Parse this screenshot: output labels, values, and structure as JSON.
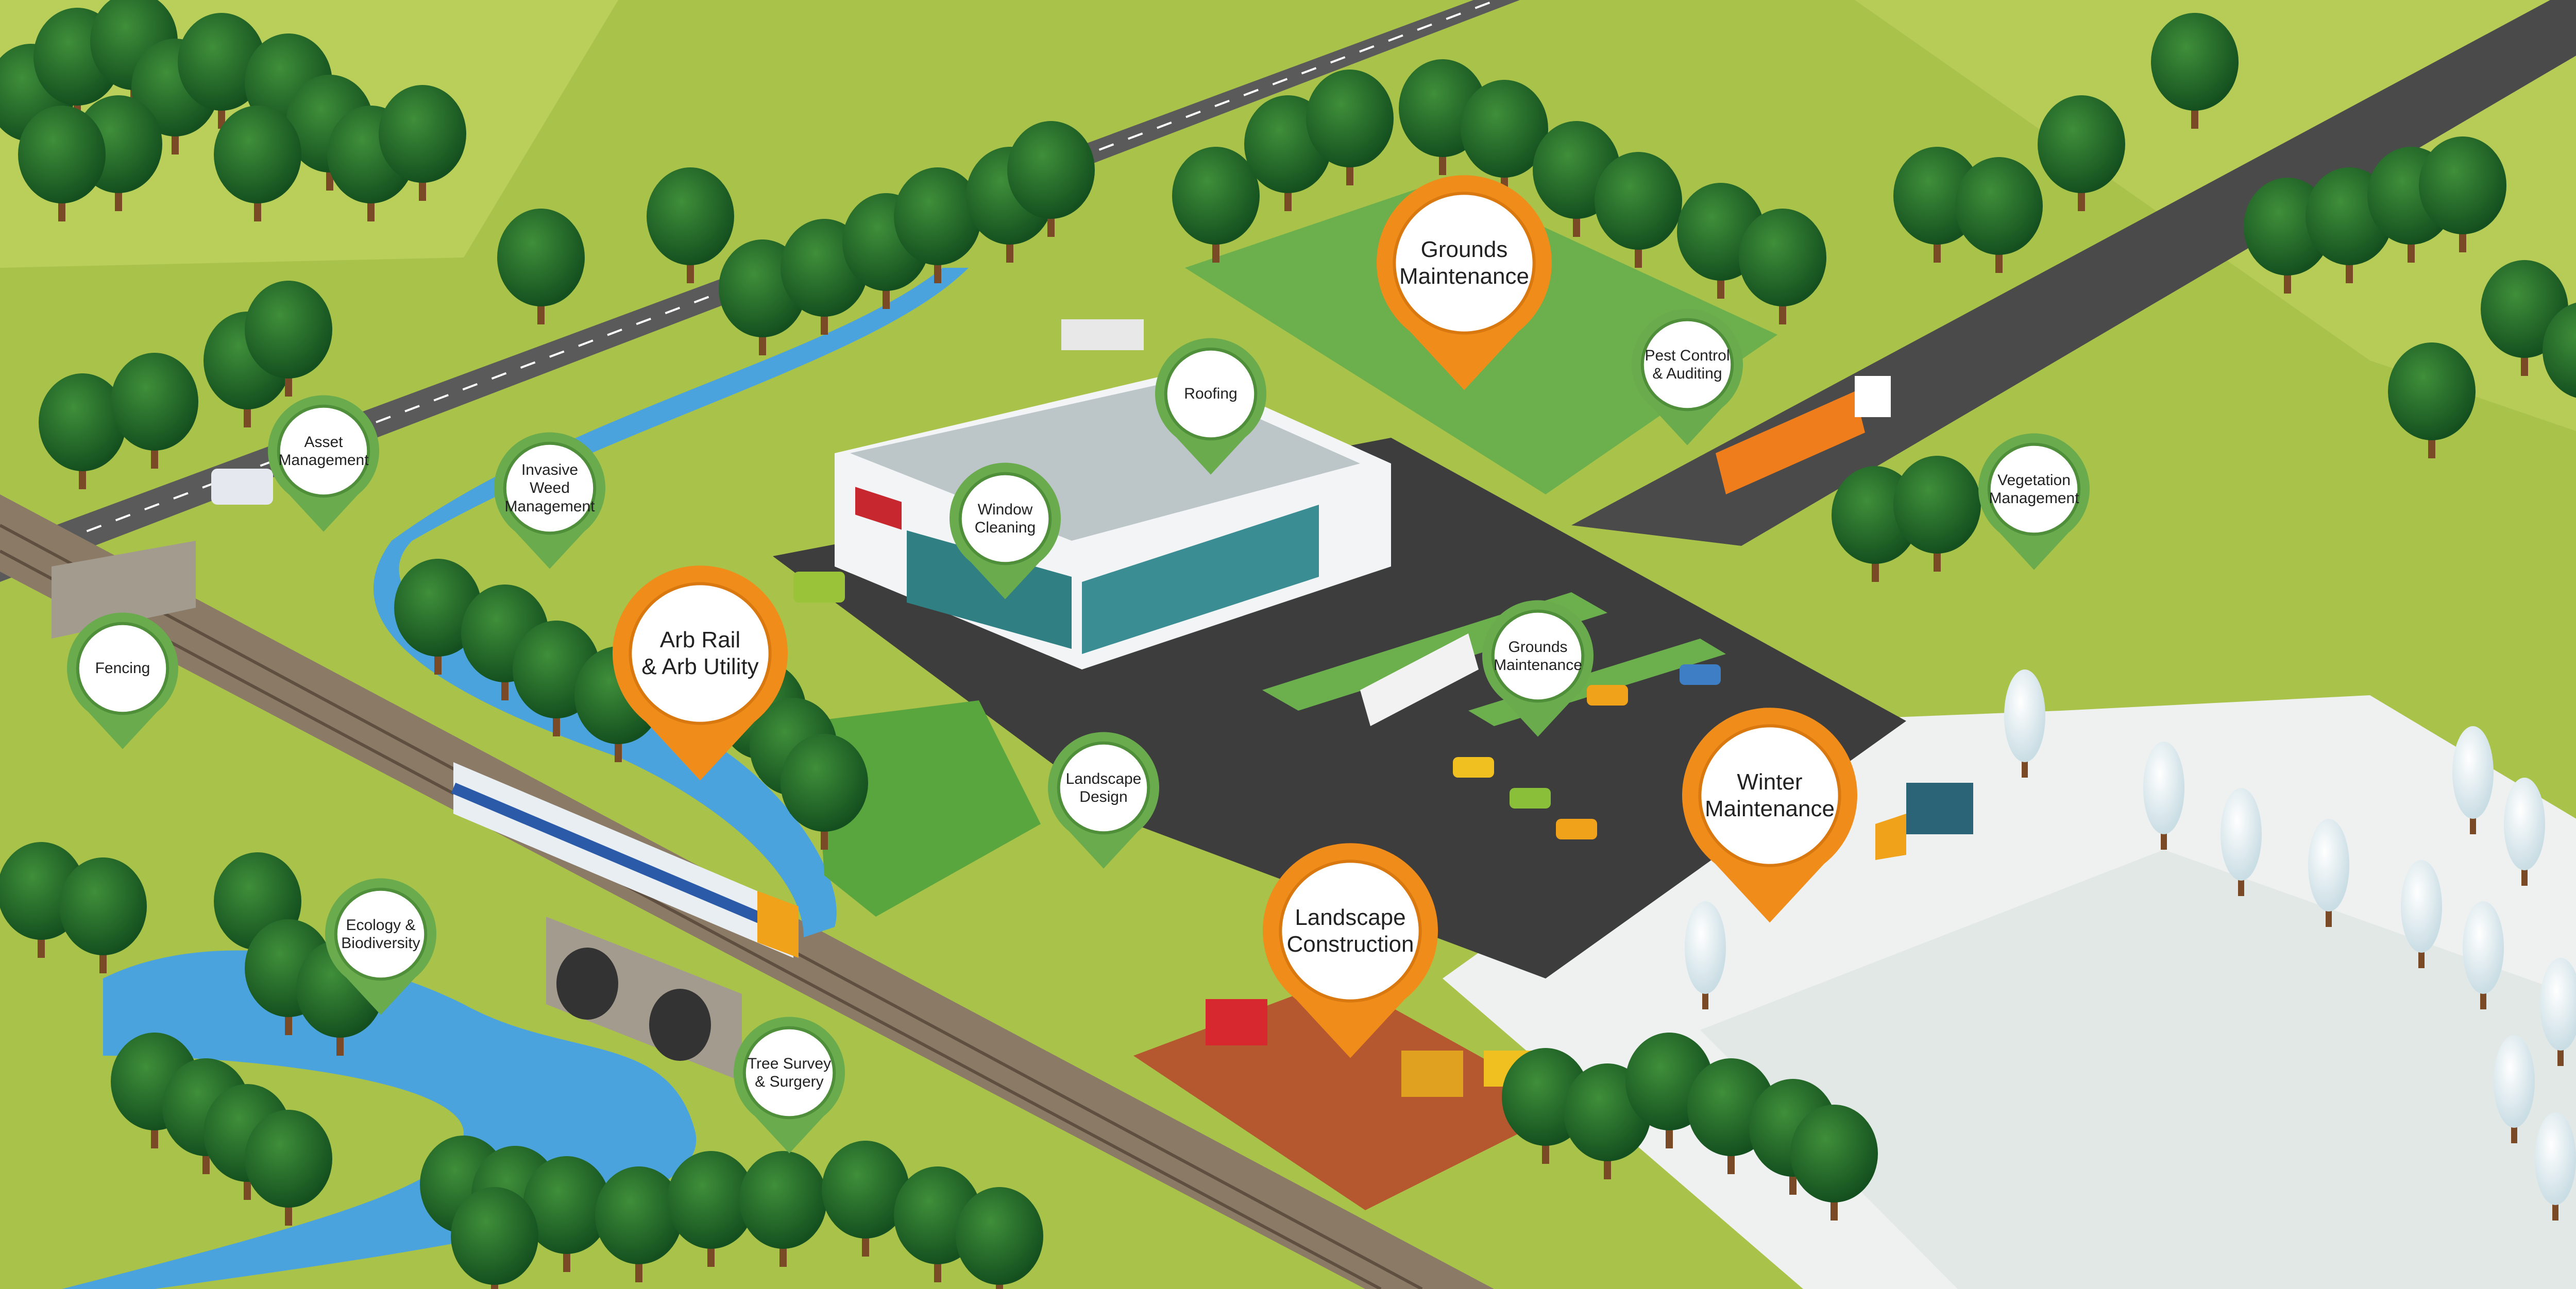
{
  "colors": {
    "grass": "#a9c24a",
    "grass_light": "#b9cf5a",
    "park": "#6cb04e",
    "road": "#4a4a4a",
    "rail": "#7a6a5a",
    "water": "#4aa3dd",
    "snow": "#eef1f0",
    "soil": "#b5582f",
    "pin_green": "#6aab4e",
    "pin_orange": "#f08c1a",
    "pin_face": "#ffffff"
  },
  "pins": [
    {
      "id": "asset-management",
      "label": "Asset\nManagement",
      "style": "green"
    },
    {
      "id": "invasive-weed-management",
      "label": "Invasive\nWeed\nManagement",
      "style": "green"
    },
    {
      "id": "fencing",
      "label": "Fencing",
      "style": "green"
    },
    {
      "id": "arb-rail-arb-utility",
      "label": "Arb Rail\n& Arb Utility",
      "style": "orange"
    },
    {
      "id": "window-cleaning",
      "label": "Window\nCleaning",
      "style": "green"
    },
    {
      "id": "roofing",
      "label": "Roofing",
      "style": "green"
    },
    {
      "id": "grounds-maintenance-top",
      "label": "Grounds\nMaintenance",
      "style": "orange"
    },
    {
      "id": "pest-control-auditing",
      "label": "Pest Control\n& Auditing",
      "style": "green"
    },
    {
      "id": "vegetation-management",
      "label": "Vegetation\nManagement",
      "style": "green"
    },
    {
      "id": "grounds-maintenance-mid",
      "label": "Grounds\nMaintenance",
      "style": "green"
    },
    {
      "id": "landscape-design",
      "label": "Landscape\nDesign",
      "style": "green"
    },
    {
      "id": "winter-maintenance",
      "label": "Winter\nMaintenance",
      "style": "orange"
    },
    {
      "id": "landscape-construction",
      "label": "Landscape\nConstruction",
      "style": "orange"
    },
    {
      "id": "ecology-biodiversity",
      "label": "Ecology &\nBiodiversity",
      "style": "green"
    },
    {
      "id": "tree-survey-surgery",
      "label": "Tree Survey\n& Surgery",
      "style": "green"
    }
  ]
}
